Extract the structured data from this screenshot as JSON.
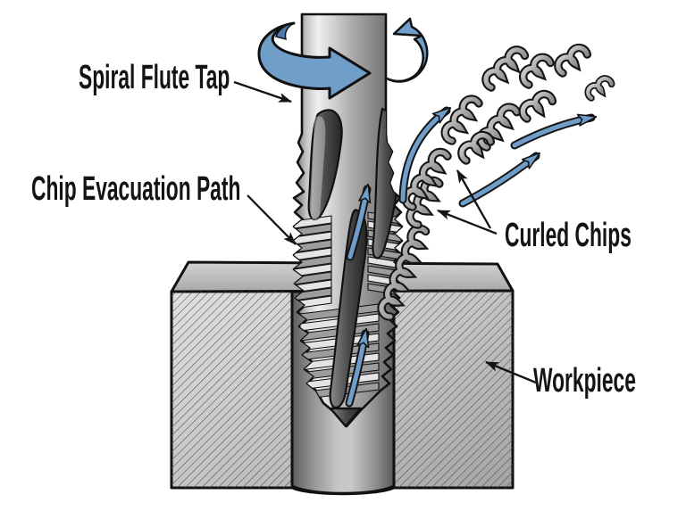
{
  "title": "Spiral flute tap chip evacuation diagram",
  "labels": {
    "spiral_flute_tap": "Spiral Flute Tap",
    "chip_evacuation_path": "Chip Evacuation Path",
    "curled_chips": "Curled Chips",
    "workpiece": "Workpiece"
  },
  "colors": {
    "background": "#ffffff",
    "arrow_blue": "#6f9ec9",
    "arrow_blue_dark": "#4a7aa8",
    "outline": "#111111",
    "metal_light": "#efefef",
    "metal_dark": "#575757",
    "hatch_line": "#4b4b4b",
    "label_text": "#141414"
  },
  "icons": {
    "rotation_arrow": "clockwise-rotation-ribbon-arrow",
    "chip_flow_arrows": "curved-up-right-blue-arrows",
    "flute_evacuation_arrows": "straight-blue-arrows-in-flute",
    "callout_arrows": "thin-black-pointer-arrows"
  }
}
